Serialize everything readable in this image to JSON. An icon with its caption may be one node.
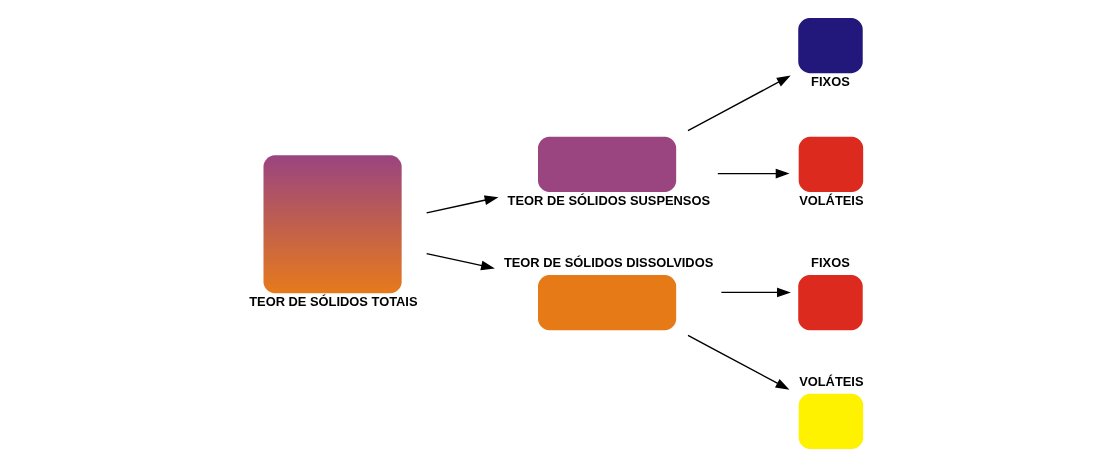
{
  "diagram": {
    "nodes": [
      {
        "text": [
          "TEOR DE SÓLIDOS TOTAIS"
        ]
      },
      {
        "text": [
          "TEOR DE SÓLIDOS SUSPENSOS"
        ]
      },
      {
        "text": [
          "TEOR DE SÓLIDOS DISSOLVIDOS"
        ]
      },
      {
        "text": [
          "FIXOS"
        ]
      },
      {
        "text": [
          "VOLÁTEIS"
        ]
      },
      {
        "text": [
          "FIXOS"
        ]
      },
      {
        "text": [
          "VOLÁTEIS"
        ]
      }
    ],
    "edges": [
      {
        "from": 0,
        "to": 1,
        "arrow": "to"
      },
      {
        "from": 0,
        "to": 2,
        "arrow": "to"
      },
      {
        "from": 1,
        "to": 3,
        "arrow": "to"
      },
      {
        "from": 1,
        "to": 4,
        "arrow": "to"
      },
      {
        "from": 2,
        "to": 5,
        "arrow": "to"
      },
      {
        "from": 2,
        "to": 6,
        "arrow": "to"
      }
    ]
  }
}
